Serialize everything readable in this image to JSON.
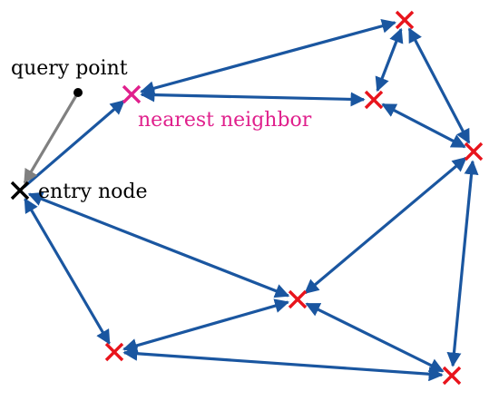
{
  "labels": {
    "query_point": "query point",
    "nearest_neighbor": "nearest neighbor",
    "entry_node": "entry node"
  },
  "nodes": [
    {
      "id": "entry",
      "role": "entry"
    },
    {
      "id": "nn",
      "role": "nearest"
    },
    {
      "id": "n1",
      "role": "node"
    },
    {
      "id": "n2",
      "role": "node"
    },
    {
      "id": "n3",
      "role": "node"
    },
    {
      "id": "n4",
      "role": "node"
    },
    {
      "id": "n5",
      "role": "node"
    },
    {
      "id": "n6",
      "role": "node"
    }
  ],
  "edges": [
    {
      "from": "entry",
      "to": "nn",
      "dir": "forward"
    },
    {
      "from": "nn",
      "to": "n1",
      "dir": "both"
    },
    {
      "from": "nn",
      "to": "n2",
      "dir": "both"
    },
    {
      "from": "n1",
      "to": "n2",
      "dir": "both"
    },
    {
      "from": "n1",
      "to": "n3",
      "dir": "both"
    },
    {
      "from": "n2",
      "to": "n3",
      "dir": "both"
    },
    {
      "from": "n3",
      "to": "n4",
      "dir": "both"
    },
    {
      "from": "n3",
      "to": "n6",
      "dir": "both"
    },
    {
      "from": "entry",
      "to": "n4",
      "dir": "both"
    },
    {
      "from": "entry",
      "to": "n5",
      "dir": "both"
    },
    {
      "from": "n4",
      "to": "n5",
      "dir": "both"
    },
    {
      "from": "n4",
      "to": "n6",
      "dir": "both"
    },
    {
      "from": "n5",
      "to": "n6",
      "dir": "both"
    }
  ],
  "query_link": {
    "from": "query",
    "to": "entry"
  },
  "colors": {
    "edge": "#1a56a0",
    "node": "#e8141c",
    "nearest": "#e0208c",
    "entry": "#000000",
    "query_link": "#808080"
  }
}
